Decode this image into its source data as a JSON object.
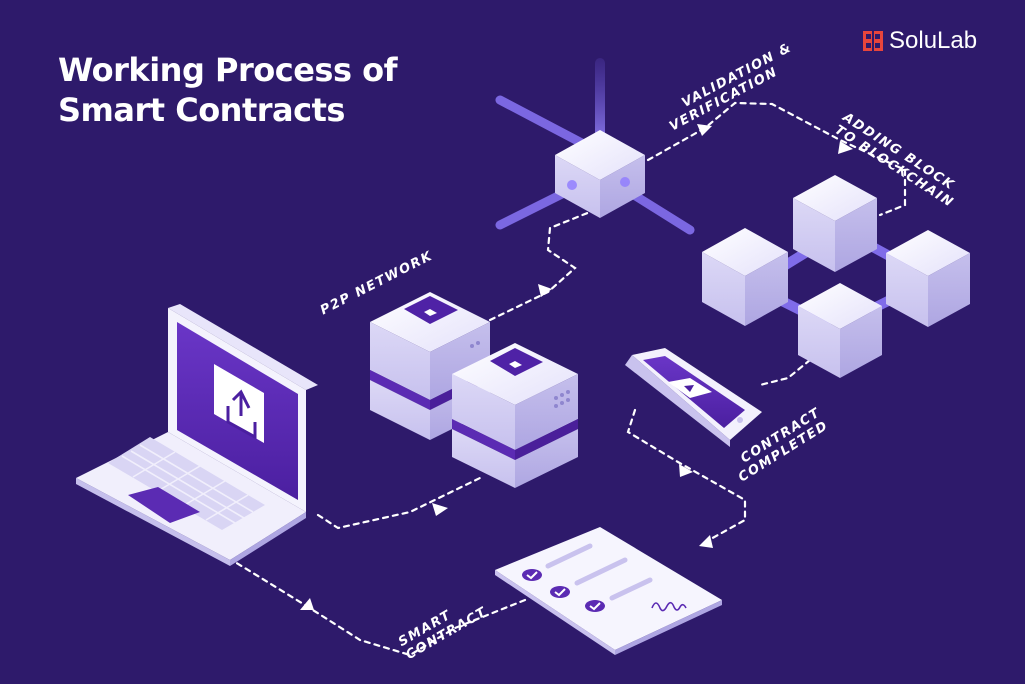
{
  "header": {
    "title_line1": "Working Process of",
    "title_line2": "Smart Contracts"
  },
  "brand": {
    "name": "SoluLab",
    "logo_icon": "solulab-logo-icon"
  },
  "steps": {
    "p2p": "P2P NETWORK",
    "validation_line1": "VALIDATION &",
    "validation_line2": "VERIFICATION",
    "adding_line1": "ADDING BLOCK",
    "adding_line2": "TO BLOCKCHAIN",
    "completed_line1": "CONTRACT",
    "completed_line2": "COMPLETED",
    "smart_line1": "SMART",
    "smart_line2": "CONTRACT"
  },
  "colors": {
    "background": "#2e1a6b",
    "accent_purple": "#5b2bb3",
    "glow": "#8f7bff",
    "brand_red": "#e8453c",
    "flow_line": "#ffffff"
  }
}
